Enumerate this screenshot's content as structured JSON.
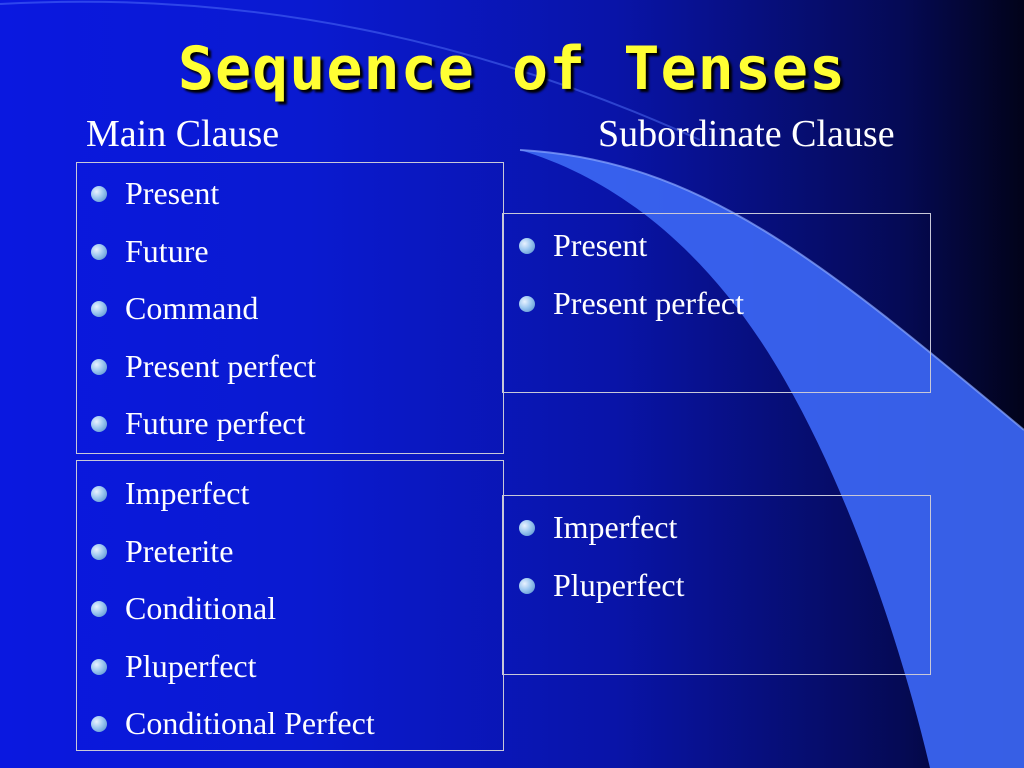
{
  "slide": {
    "title": "Sequence of Tenses",
    "main_heading": "Main Clause",
    "subordinate_heading": "Subordinate Clause",
    "main_groups": [
      [
        "Present",
        "Future",
        "Command",
        "Present perfect",
        "Future perfect"
      ],
      [
        "Imperfect",
        "Preterite",
        "Conditional",
        "Pluperfect",
        "Conditional Perfect"
      ]
    ],
    "subordinate_groups": [
      [
        "Present",
        "Present perfect"
      ],
      [
        "Imperfect",
        "Pluperfect"
      ]
    ]
  },
  "colors": {
    "title": "#ffff33",
    "text": "#ffffff",
    "background_left": "#0a18e0",
    "background_right": "#02031a",
    "swoosh": "#3a64f0",
    "bullet": "#9ac6f0"
  }
}
